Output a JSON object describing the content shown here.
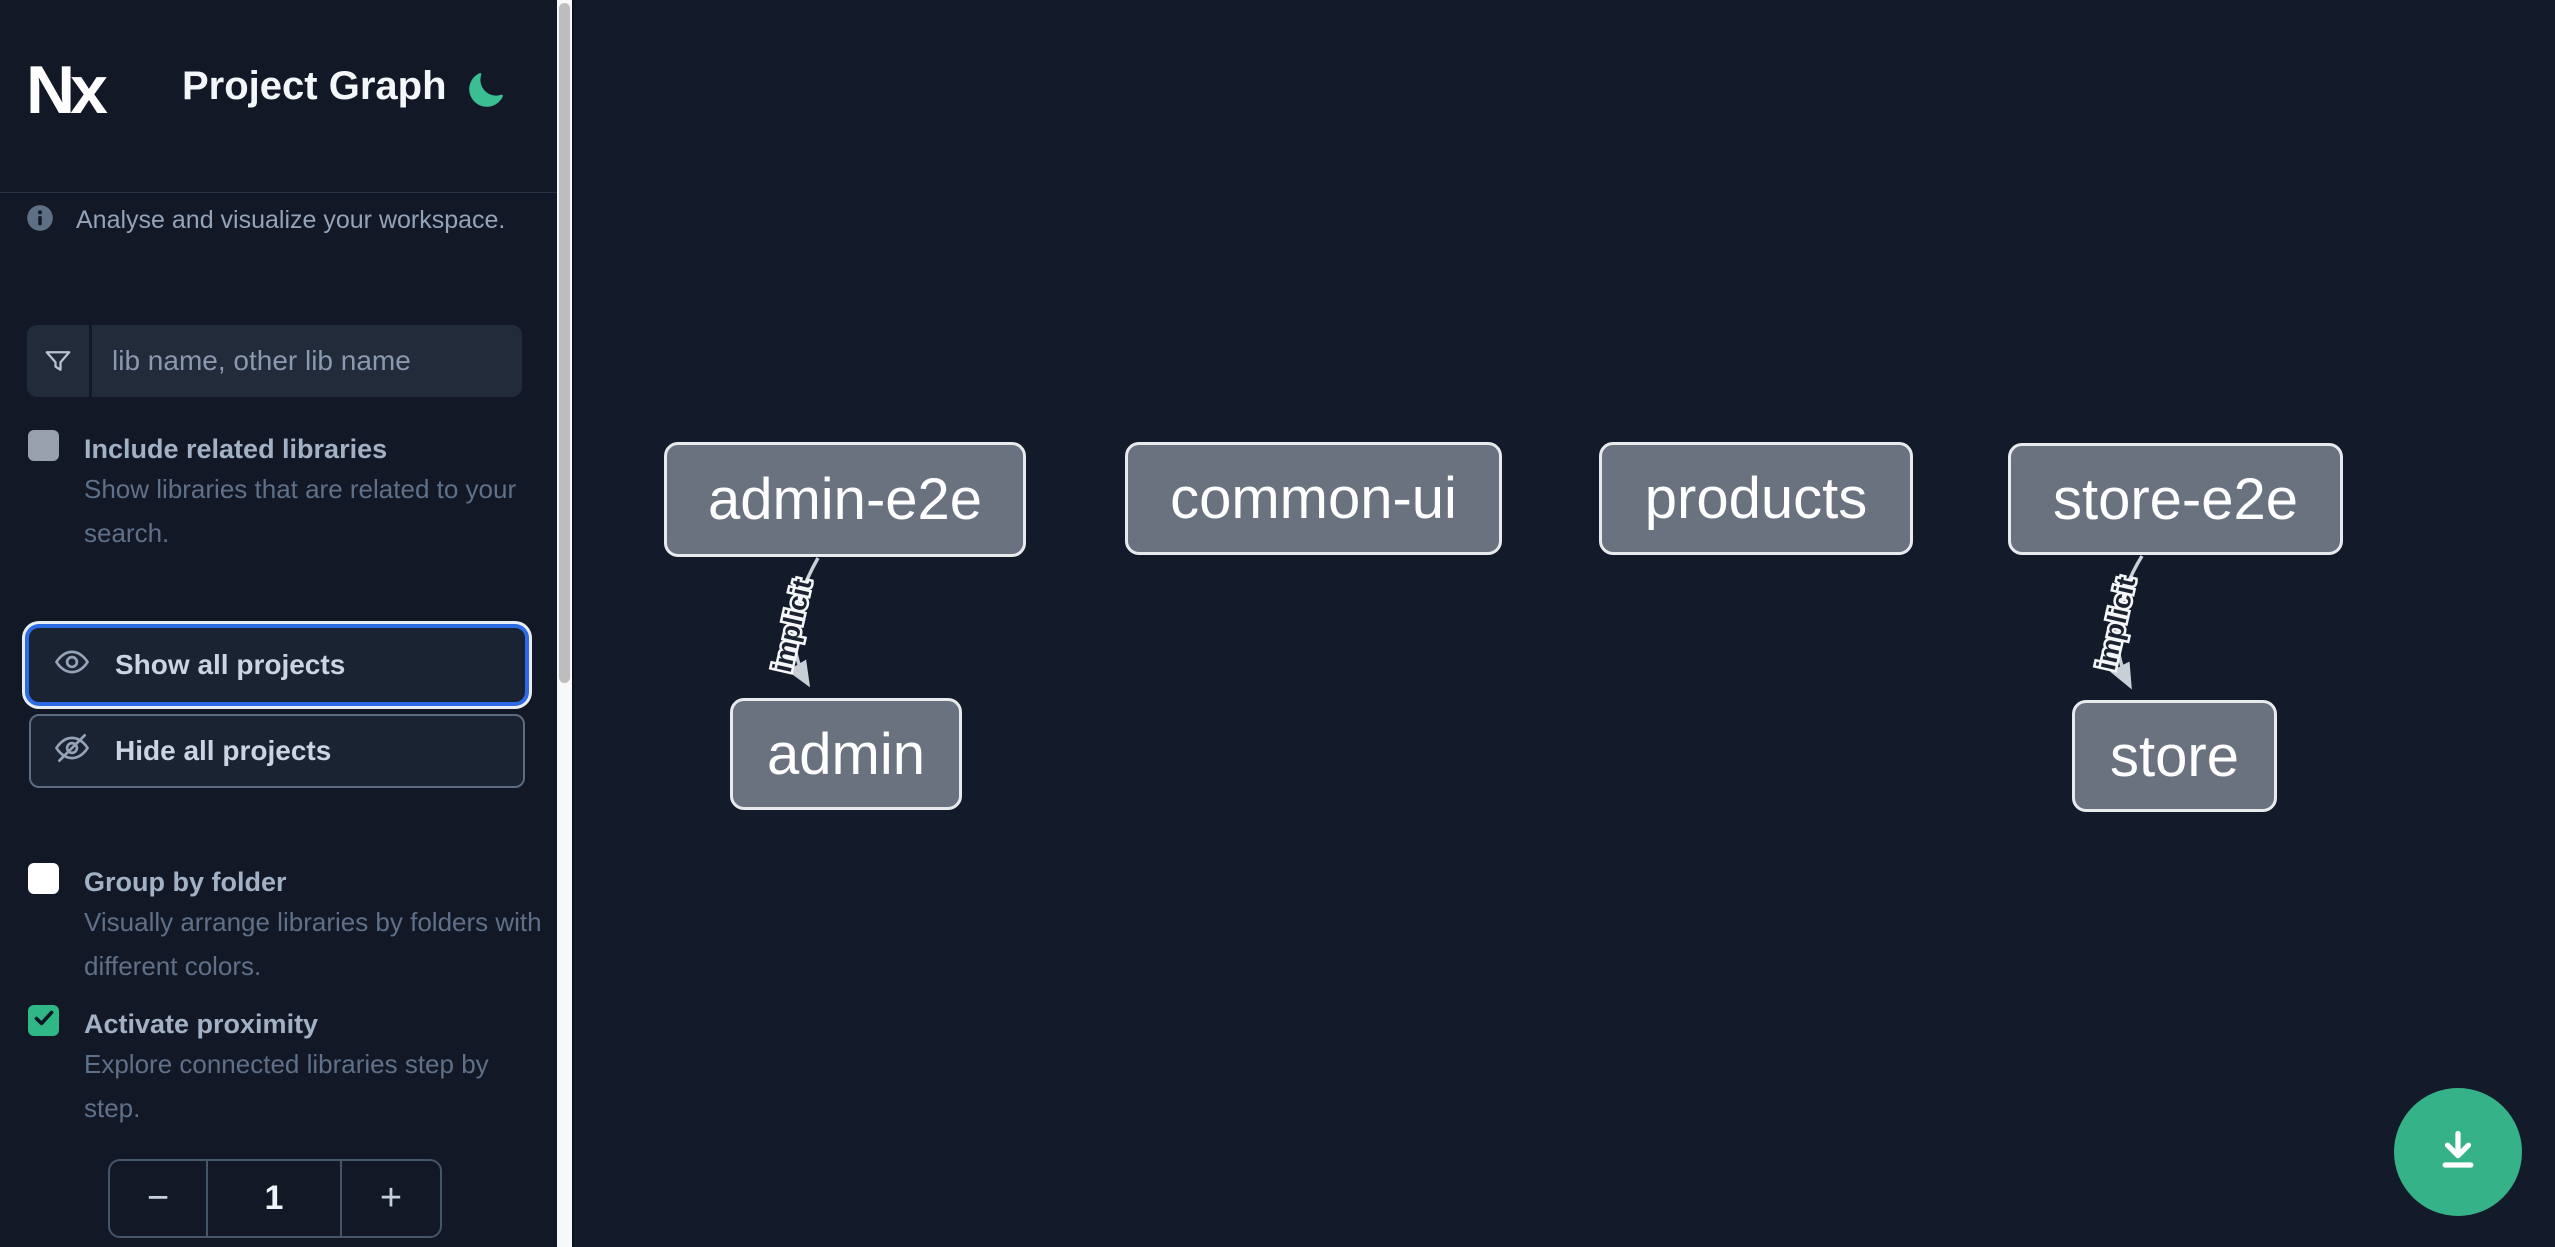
{
  "app": {
    "title": "Project Graph",
    "logo_text": "Nx"
  },
  "sidebar": {
    "tagline": "Analyse and visualize your workspace.",
    "filter": {
      "placeholder": "lib name, other lib name",
      "value": ""
    },
    "options": [
      {
        "label": "Include related libraries",
        "description": "Show libraries that are related to your search.",
        "checked": false
      },
      {
        "label": "Group by folder",
        "description": "Visually arrange libraries by folders with different colors.",
        "checked": false
      },
      {
        "label": "Activate proximity",
        "description": "Explore connected libraries step by step.",
        "checked": true
      }
    ],
    "buttons": {
      "show_all": "Show all projects",
      "hide_all": "Hide all projects"
    },
    "proximity_stepper": {
      "decrement": "−",
      "value": "1",
      "increment": "+"
    }
  },
  "graph": {
    "nodes": [
      {
        "label": "admin-e2e"
      },
      {
        "label": "common-ui"
      },
      {
        "label": "products"
      },
      {
        "label": "store-e2e"
      },
      {
        "label": "admin"
      },
      {
        "label": "store"
      }
    ],
    "edges": [
      {
        "from": "admin-e2e",
        "to": "admin",
        "label": "implicit"
      },
      {
        "from": "store-e2e",
        "to": "store",
        "label": "implicit"
      }
    ]
  },
  "icons": {
    "theme": "moon-icon",
    "info": "info-icon",
    "filter": "funnel-icon",
    "show": "eye-icon",
    "hide": "eye-off-icon",
    "fab": "download-icon"
  },
  "colors": {
    "sidebar_bg": "#121826",
    "canvas_bg": "#131A29",
    "accent_green": "#2FB886",
    "moon_green": "#3BBE92",
    "focus_ring_blue": "#2D6BE4",
    "node_fill": "#6A7280",
    "node_border": "#E8EAEE",
    "edge_stroke": "#C9CFD7",
    "fab_green": "#35B287"
  }
}
